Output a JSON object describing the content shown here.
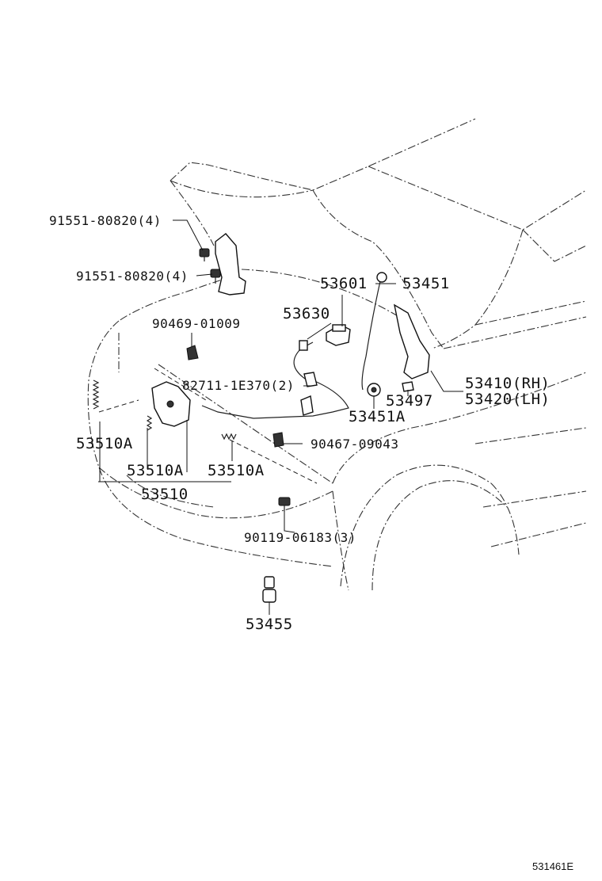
{
  "parts": [
    {
      "id": "bolt-upper",
      "label": "91551-80820(4)"
    },
    {
      "id": "bolt-lower",
      "label": "91551-80820(4)"
    },
    {
      "id": "clip-90469",
      "label": "90469-01009"
    },
    {
      "id": "cable-clamp",
      "label": "82711-1E370(2)"
    },
    {
      "id": "lever",
      "label": "53601"
    },
    {
      "id": "support-rod",
      "label": "53451"
    },
    {
      "id": "release-cable",
      "label": "53630"
    },
    {
      "id": "hinge",
      "label": "53410(RH)"
    },
    {
      "id": "hinge-lh",
      "label": "53420(LH)"
    },
    {
      "id": "cushion-53497",
      "label": "53497"
    },
    {
      "id": "holder-53451a",
      "label": "53451A"
    },
    {
      "id": "clamp-90467",
      "label": "90467-09043"
    },
    {
      "id": "spring-left",
      "label": "53510A"
    },
    {
      "id": "spring-mid",
      "label": "53510A"
    },
    {
      "id": "spring-right",
      "label": "53510A"
    },
    {
      "id": "lock-assy",
      "label": "53510"
    },
    {
      "id": "bolt-90119",
      "label": "90119-06183(3)"
    },
    {
      "id": "cushion-53455",
      "label": "53455"
    }
  ],
  "reference_code": "531461E"
}
